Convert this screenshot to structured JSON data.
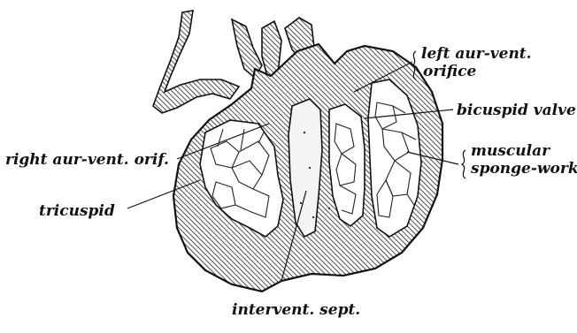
{
  "labels": {
    "left_aur_vent_orifice_line1": "left aur-vent.",
    "left_aur_vent_orifice_line2": "orifice",
    "bicuspid_valve": "bicuspid valve",
    "muscular_line1": "muscular",
    "muscular_line2": "sponge-work",
    "right_aur_vent_orif": "right aur-vent. orif.",
    "tricuspid": "tricuspid",
    "intervent_sept": "intervent. sept."
  }
}
